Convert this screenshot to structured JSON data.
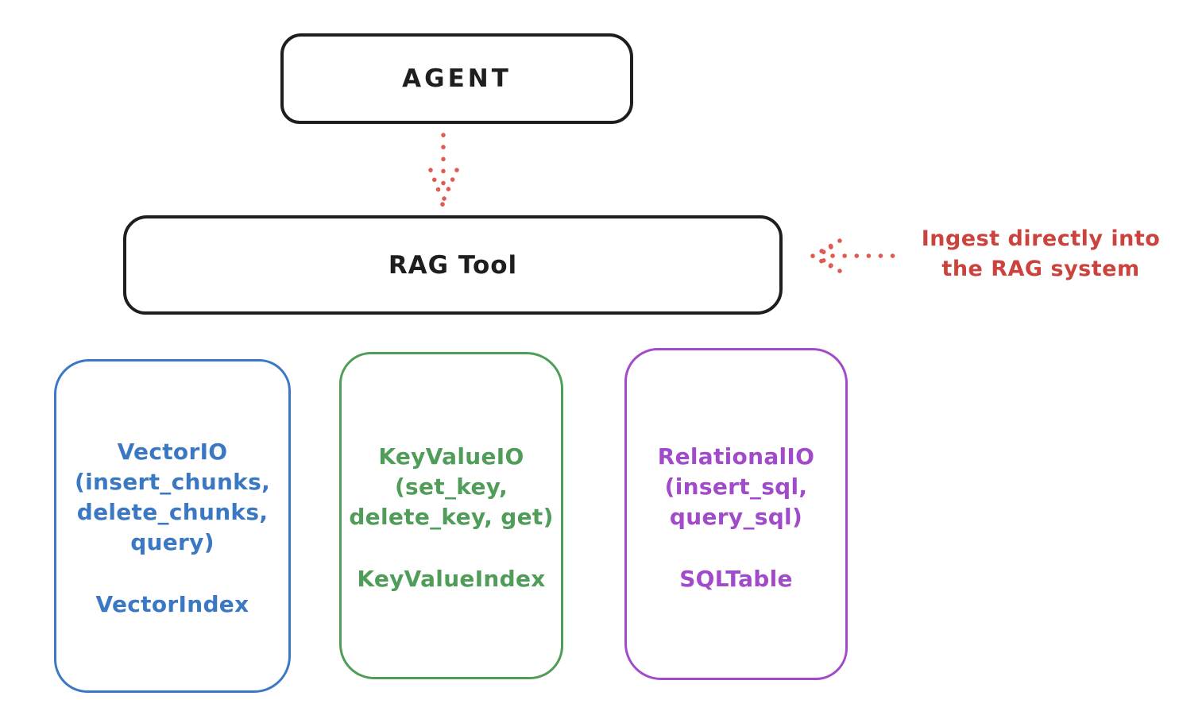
{
  "diagram": {
    "agent_box": {
      "label": "AGENT"
    },
    "rag_box": {
      "label": "RAG Tool"
    },
    "annotation": {
      "line1": "Ingest directly into",
      "line2": "the RAG system",
      "text_color": "#cb433c"
    },
    "arrows": {
      "color": "#e05a51",
      "agent_to_rag": "dotted-down-arrow",
      "annotation_to_rag": "dotted-left-arrow"
    },
    "stroke_color": "#1e1e1e",
    "storage_boxes": [
      {
        "name": "vector-io",
        "color": "#3b78c4",
        "lines": [
          "VectorIO",
          "(insert_chunks,",
          "delete_chunks,",
          "query)"
        ],
        "footer": "VectorIndex"
      },
      {
        "name": "keyvalue-io",
        "color": "#4f9d58",
        "lines": [
          "KeyValueIO",
          "(set_key,",
          "delete_key, get)"
        ],
        "footer": "KeyValueIndex"
      },
      {
        "name": "relational-io",
        "color": "#a24bca",
        "lines": [
          "RelationalIO",
          "(insert_sql,",
          "query_sql)"
        ],
        "footer": "SQLTable"
      }
    ]
  }
}
